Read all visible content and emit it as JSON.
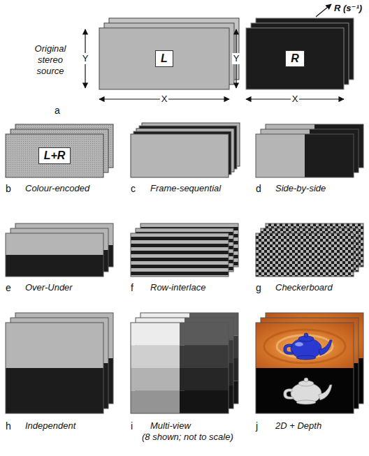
{
  "diagram": {
    "nodes": [
      {
        "text": [
          "L"
        ]
      },
      {
        "text": [
          "R"
        ]
      },
      {
        "text": [
          "L+R"
        ]
      }
    ],
    "labels": [
      "Original stereo source",
      "Y",
      "X",
      "Y",
      "X",
      "R (s⁻¹)",
      "a",
      "b",
      "Colour-encoded",
      "c",
      "Frame-sequential",
      "d",
      "Side-by-side",
      "e",
      "Over-Under",
      "f",
      "Row-interlace",
      "g",
      "Checkerboard",
      "h",
      "Independent",
      "i",
      "Multi-view",
      "(8 shown; not to scale)",
      "j",
      "2D + Depth"
    ]
  }
}
